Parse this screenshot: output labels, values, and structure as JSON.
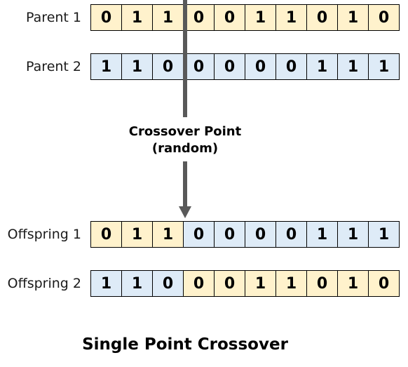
{
  "rows": [
    {
      "label": "Parent 1",
      "genes": [
        "0",
        "1",
        "1",
        "0",
        "0",
        "1",
        "1",
        "0",
        "1",
        "0"
      ],
      "colors": [
        "yellow",
        "yellow",
        "yellow",
        "yellow",
        "yellow",
        "yellow",
        "yellow",
        "yellow",
        "yellow",
        "yellow"
      ]
    },
    {
      "label": "Parent 2",
      "genes": [
        "1",
        "1",
        "0",
        "0",
        "0",
        "0",
        "0",
        "1",
        "1",
        "1"
      ],
      "colors": [
        "blue",
        "blue",
        "blue",
        "blue",
        "blue",
        "blue",
        "blue",
        "blue",
        "blue",
        "blue"
      ]
    },
    {
      "label": "Offspring 1",
      "genes": [
        "0",
        "1",
        "1",
        "0",
        "0",
        "0",
        "0",
        "1",
        "1",
        "1"
      ],
      "colors": [
        "yellow",
        "yellow",
        "yellow",
        "blue",
        "blue",
        "blue",
        "blue",
        "blue",
        "blue",
        "blue"
      ]
    },
    {
      "label": "Offspring 2",
      "genes": [
        "1",
        "1",
        "0",
        "0",
        "0",
        "1",
        "1",
        "0",
        "1",
        "0"
      ],
      "colors": [
        "blue",
        "blue",
        "blue",
        "yellow",
        "yellow",
        "yellow",
        "yellow",
        "yellow",
        "yellow",
        "yellow"
      ]
    }
  ],
  "crossover": {
    "line1": "Crossover Point",
    "line2": "(random)"
  },
  "title": "Single Point Crossover",
  "palette": {
    "yellow": "#fff2cc",
    "blue": "#deebf7",
    "arrow": "#595959"
  }
}
